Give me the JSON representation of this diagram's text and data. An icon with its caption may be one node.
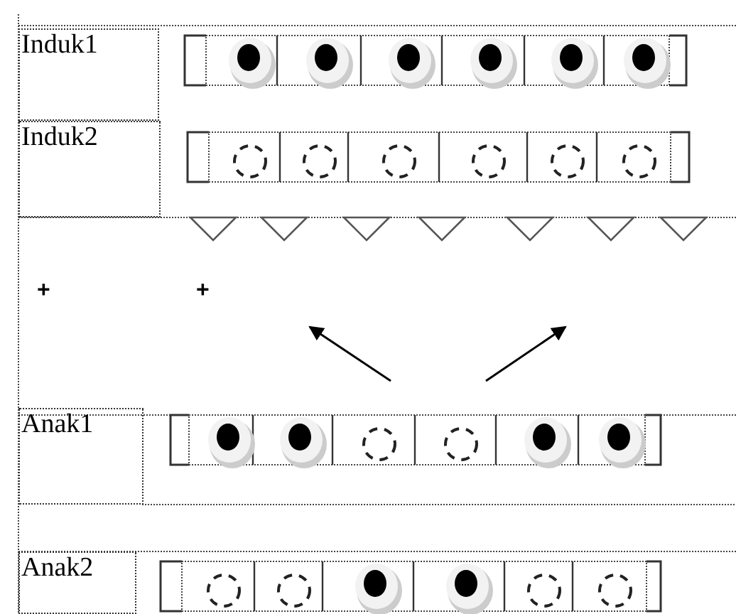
{
  "diagram": {
    "nodes": [
      {
        "text": [
          "Induk1"
        ]
      },
      {
        "text": [
          "Induk2"
        ]
      },
      {
        "text": [
          "Anak1"
        ]
      },
      {
        "text": [
          "Anak2"
        ]
      }
    ],
    "labels": [
      "+",
      "+"
    ]
  }
}
